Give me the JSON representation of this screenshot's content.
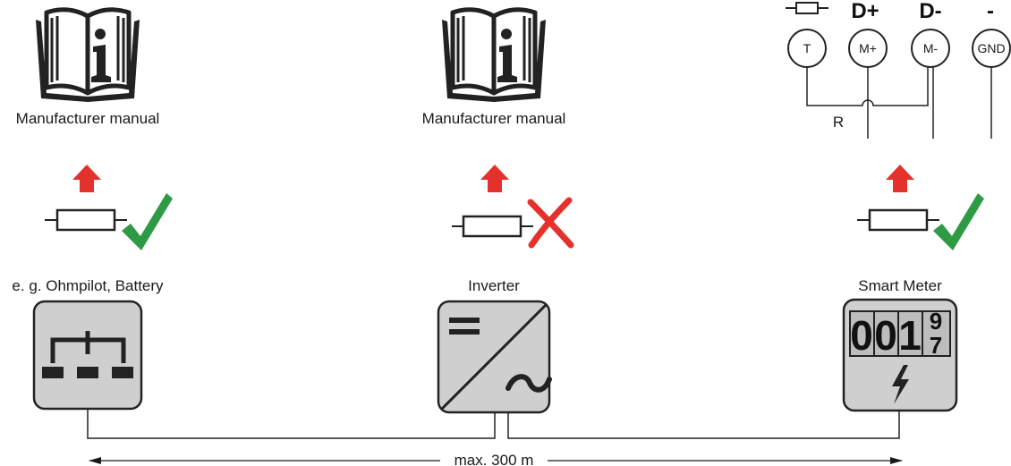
{
  "devices": [
    {
      "id": "ohmpilot",
      "label": "e. g. Ohmpilot, Battery",
      "manual_label": "Manufacturer manual",
      "termination": "enabled"
    },
    {
      "id": "inverter",
      "label": "Inverter",
      "manual_label": "Manufacturer manual",
      "termination": "disabled"
    },
    {
      "id": "smart_meter",
      "label": "Smart Meter",
      "termination": "enabled"
    }
  ],
  "smart_meter_display": {
    "digits": "001",
    "last_digit_rolling": "97"
  },
  "terminals": {
    "headers": {
      "resistor": "resistor-symbol",
      "d_plus": "D+",
      "d_minus": "D-",
      "gnd": "-"
    },
    "t": "T",
    "m_plus": "M+",
    "m_minus": "M-",
    "gnd": "GND",
    "resistor_label": "R"
  },
  "distance": "max. 300 m",
  "colors": {
    "arrow": "#e5312b",
    "check": "#2e9a44",
    "cross": "#e5312b",
    "device_fill": "#cfcfcf",
    "line": "#2a2a2a"
  },
  "icons": [
    "book-info-icon",
    "arrow-up-icon",
    "resistor-icon",
    "checkmark-icon",
    "cross-icon",
    "network-icon",
    "inverter-dc-ac-icon",
    "lightning-icon"
  ]
}
